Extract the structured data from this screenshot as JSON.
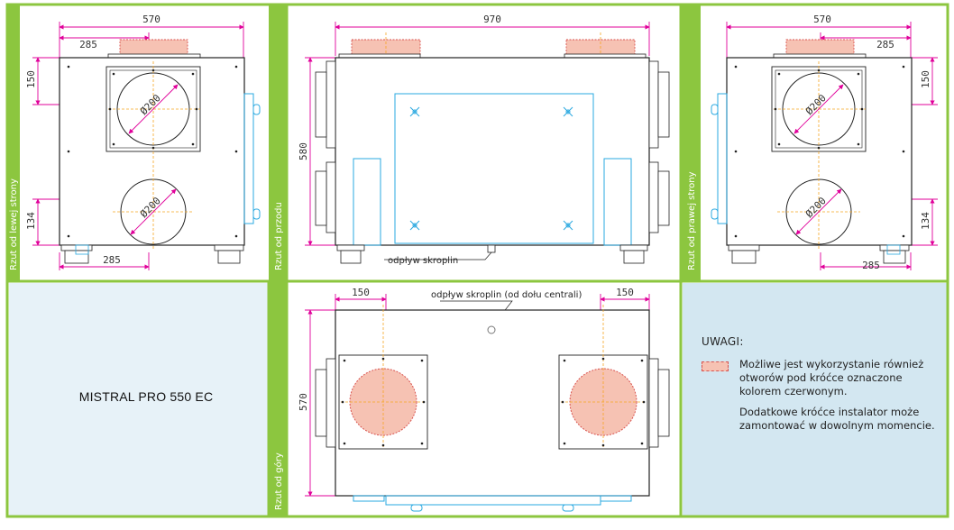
{
  "model_name": "MISTRAL PRO 550 EC",
  "colors": {
    "frame_green": "#8cc63f",
    "dimension_magenta": "#e0009a",
    "duct_cyan": "#29a8e0",
    "centerline_orange": "#f5a623",
    "highlight_fill": "#f6c2b3",
    "panel_blue_light": "#e7f2f8",
    "panel_blue_mid": "#d3e7f1"
  },
  "views": {
    "left": {
      "label": "Rzut od lewej strony",
      "dims": {
        "width": "570",
        "top_offset": "285",
        "side_top": "150",
        "side_bottom": "134",
        "bottom_offset": "285"
      },
      "diameters": [
        "Ø200",
        "Ø200"
      ]
    },
    "front": {
      "label": "Rzut od przodu",
      "dims": {
        "width": "970",
        "height": "580"
      },
      "drain_label": "odpływ skroplin"
    },
    "right": {
      "label": "Rzut od prawej strony",
      "dims": {
        "width": "570",
        "top_offset": "285",
        "side_top": "150",
        "side_bottom": "134",
        "bottom_offset": "285"
      },
      "diameters": [
        "Ø200",
        "Ø200"
      ]
    },
    "top": {
      "label": "Rzut od góry",
      "dims": {
        "left_offset": "150",
        "right_offset": "150",
        "height": "570"
      },
      "drain_label": "odpływ skroplin (od dołu centrali)"
    }
  },
  "notes": {
    "title": "UWAGI:",
    "text1": "Możliwe jest wykorzystanie również otworów pod króćce oznaczone kolorem czerwonym.",
    "text2": "Dodatkowe króćce instalator może zamontować w dowolnym momencie."
  }
}
